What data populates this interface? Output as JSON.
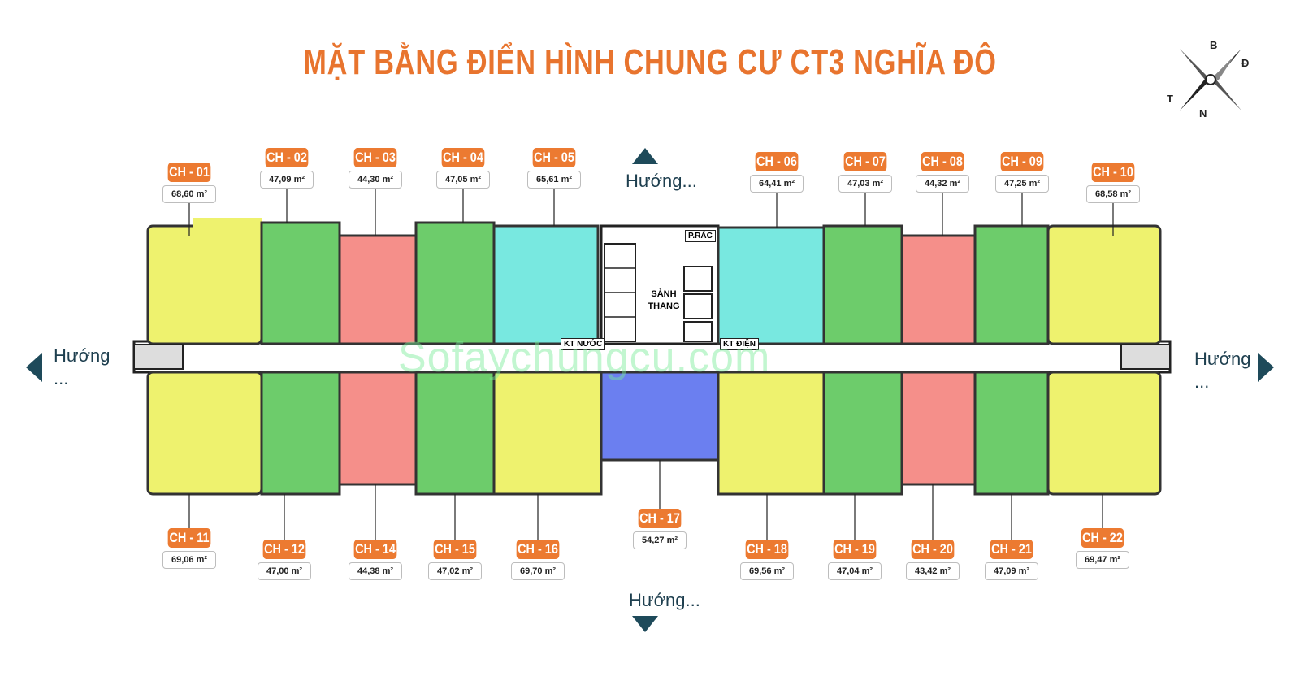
{
  "title": "MẶT BẰNG ĐIỂN HÌNH CHUNG CƯ CT3 NGHĨA ĐÔ",
  "compass": {
    "n": "B",
    "s": "N",
    "e": "Đ",
    "w": "T"
  },
  "directions": {
    "top": "Hướng...",
    "bottom": "Hướng...",
    "left": "Hướng ...",
    "right": "Hướng ..."
  },
  "rooms": {
    "p_rac": "P.RÁC",
    "sanh_thang": "SẢNH THANG",
    "kt_nuoc": "KT NƯỚC",
    "kt_dien": "KT ĐIỆN"
  },
  "watermark": "Sofaychungcu.com",
  "colors": {
    "yellow": "#eef26e",
    "green": "#6dcc6b",
    "red": "#f58f8a",
    "cyan": "#78e8e0",
    "blue": "#6b7ff0",
    "accent": "#ec7a31"
  },
  "units": [
    {
      "code": "CH - 01",
      "area": "68,60 m²",
      "color": "yellow"
    },
    {
      "code": "CH - 02",
      "area": "47,09 m²",
      "color": "green"
    },
    {
      "code": "CH - 03",
      "area": "44,30 m²",
      "color": "red"
    },
    {
      "code": "CH - 04",
      "area": "47,05 m²",
      "color": "green"
    },
    {
      "code": "CH - 05",
      "area": "65,61 m²",
      "color": "cyan"
    },
    {
      "code": "CH - 06",
      "area": "64,41 m²",
      "color": "cyan"
    },
    {
      "code": "CH - 07",
      "area": "47,03 m²",
      "color": "green"
    },
    {
      "code": "CH - 08",
      "area": "44,32 m²",
      "color": "red"
    },
    {
      "code": "CH - 09",
      "area": "47,25 m²",
      "color": "green"
    },
    {
      "code": "CH - 10",
      "area": "68,58 m²",
      "color": "yellow"
    },
    {
      "code": "CH - 11",
      "area": "69,06 m²",
      "color": "yellow"
    },
    {
      "code": "CH - 12",
      "area": "47,00 m²",
      "color": "green"
    },
    {
      "code": "CH - 14",
      "area": "44,38 m²",
      "color": "red"
    },
    {
      "code": "CH - 15",
      "area": "47,02 m²",
      "color": "green"
    },
    {
      "code": "CH - 16",
      "area": "69,70 m²",
      "color": "yellow"
    },
    {
      "code": "CH - 17",
      "area": "54,27 m²",
      "color": "blue"
    },
    {
      "code": "CH - 18",
      "area": "69,56 m²",
      "color": "yellow"
    },
    {
      "code": "CH - 19",
      "area": "47,04 m²",
      "color": "green"
    },
    {
      "code": "CH - 20",
      "area": "43,42 m²",
      "color": "red"
    },
    {
      "code": "CH - 21",
      "area": "47,09 m²",
      "color": "green"
    },
    {
      "code": "CH - 22",
      "area": "69,47 m²",
      "color": "yellow"
    }
  ]
}
